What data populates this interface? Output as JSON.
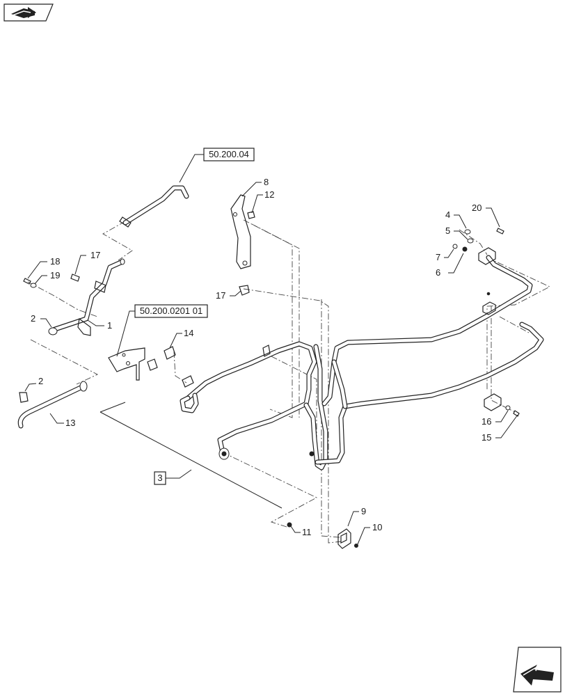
{
  "nav": {
    "prev_icon": "arrow-back-icon",
    "next_icon": "arrow-forward-icon"
  },
  "references": {
    "ref_a": "50.200.04",
    "ref_b": "50.200.0201 01",
    "ref_c": "3"
  },
  "callouts": {
    "c1": "1",
    "c2a": "2",
    "c2b": "2",
    "c4": "4",
    "c5": "5",
    "c6": "6",
    "c7": "7",
    "c8": "8",
    "c9": "9",
    "c10": "10",
    "c11": "11",
    "c12": "12",
    "c13": "13",
    "c14": "14",
    "c15": "15",
    "c16": "16",
    "c17a": "17",
    "c17b": "17",
    "c18": "18",
    "c19": "19",
    "c20": "20"
  }
}
